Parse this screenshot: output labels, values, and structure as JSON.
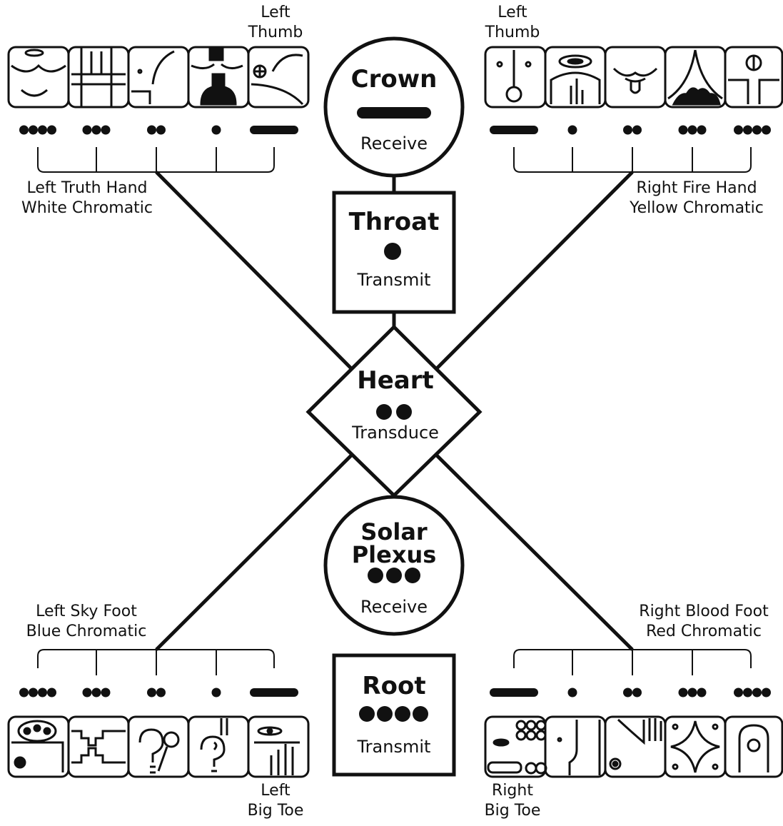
{
  "center": {
    "crown": {
      "title": "Crown",
      "action": "Receive"
    },
    "throat": {
      "title": "Throat",
      "action": "Transmit"
    },
    "heart": {
      "title": "Heart",
      "action": "Transduce"
    },
    "solar": {
      "title_line1": "Solar",
      "title_line2": "Plexus",
      "action": "Receive"
    },
    "root": {
      "title": "Root",
      "action": "Transmit"
    }
  },
  "limbs": {
    "left_hand": {
      "name": "Left Truth Hand",
      "chromatic": "White Chromatic",
      "end_label_1": "Left",
      "end_label_2": "Thumb",
      "dots": [
        4,
        3,
        2,
        1,
        0
      ]
    },
    "right_hand": {
      "name": "Right Fire Hand",
      "chromatic": "Yellow Chromatic",
      "end_label_1": "Left",
      "end_label_2": "Thumb",
      "dots": [
        0,
        1,
        2,
        3,
        4
      ]
    },
    "left_foot": {
      "name": "Left Sky Foot",
      "chromatic": "Blue Chromatic",
      "end_label_1": "Left",
      "end_label_2": "Big Toe",
      "dots": [
        4,
        3,
        2,
        1,
        0
      ]
    },
    "right_foot": {
      "name": "Right Blood Foot",
      "chromatic": "Red Chromatic",
      "end_label_1": "Right",
      "end_label_2": "Big Toe",
      "dots": [
        0,
        1,
        2,
        3,
        4
      ]
    }
  }
}
